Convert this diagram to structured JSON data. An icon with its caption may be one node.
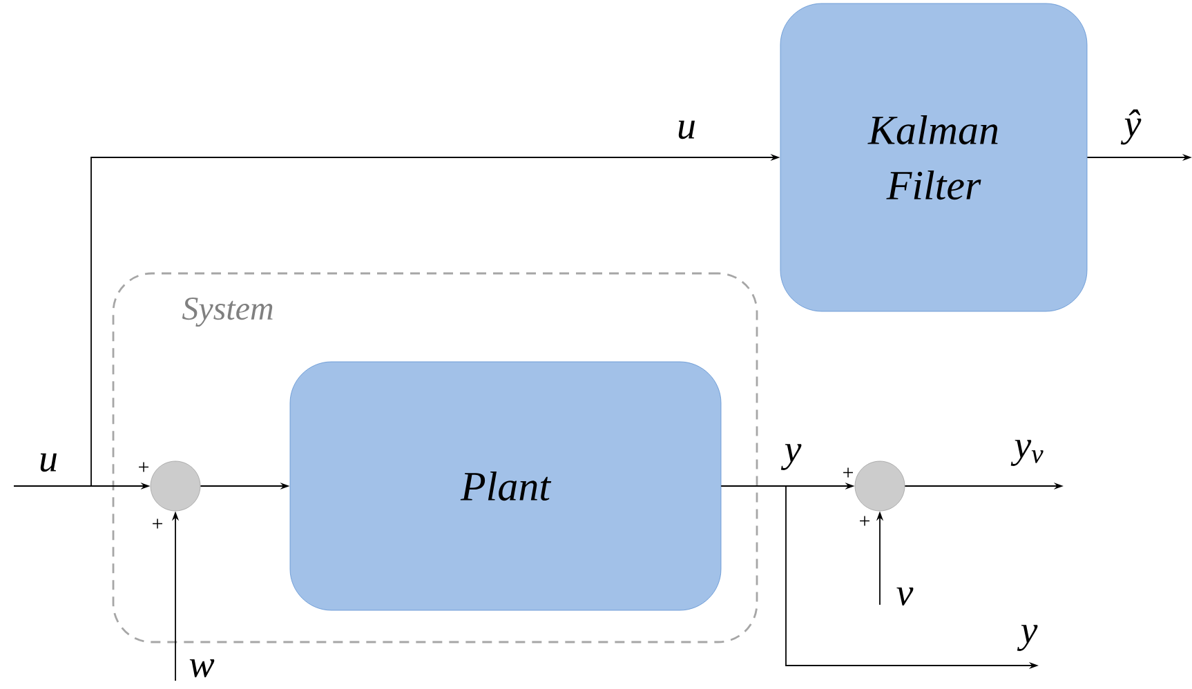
{
  "diagram": {
    "nodes": [
      {
        "text": [
          "System"
        ]
      },
      {
        "text": [
          "Plant"
        ],
        "in": 0
      },
      {
        "text": [
          "Kalman Filter"
        ]
      },
      {
        "text": [],
        "shape": "circle",
        "in": 0
      },
      {
        "text": [],
        "shape": "circle"
      }
    ],
    "edges": [
      {
        "from": null,
        "to": 3,
        "arrow": "to",
        "label": "u"
      },
      {
        "from": null,
        "to": 2,
        "arrow": "to",
        "label": "u"
      },
      {
        "from": null,
        "to": 3,
        "arrow": "to",
        "label": "w"
      },
      {
        "from": 3,
        "to": 1,
        "arrow": "to"
      },
      {
        "from": 1,
        "to": 4,
        "arrow": "to",
        "label": "y"
      },
      {
        "from": 1,
        "to": null,
        "arrow": "to",
        "label": "y"
      },
      {
        "from": 4,
        "to": null,
        "arrow": "to",
        "label": "y$_{v}$"
      },
      {
        "from": null,
        "to": 4,
        "arrow": "to",
        "label": "v"
      },
      {
        "from": 2,
        "to": null,
        "arrow": "to",
        "label": "ŷ"
      }
    ],
    "labels": [
      "+",
      "+",
      "+",
      "+"
    ]
  }
}
